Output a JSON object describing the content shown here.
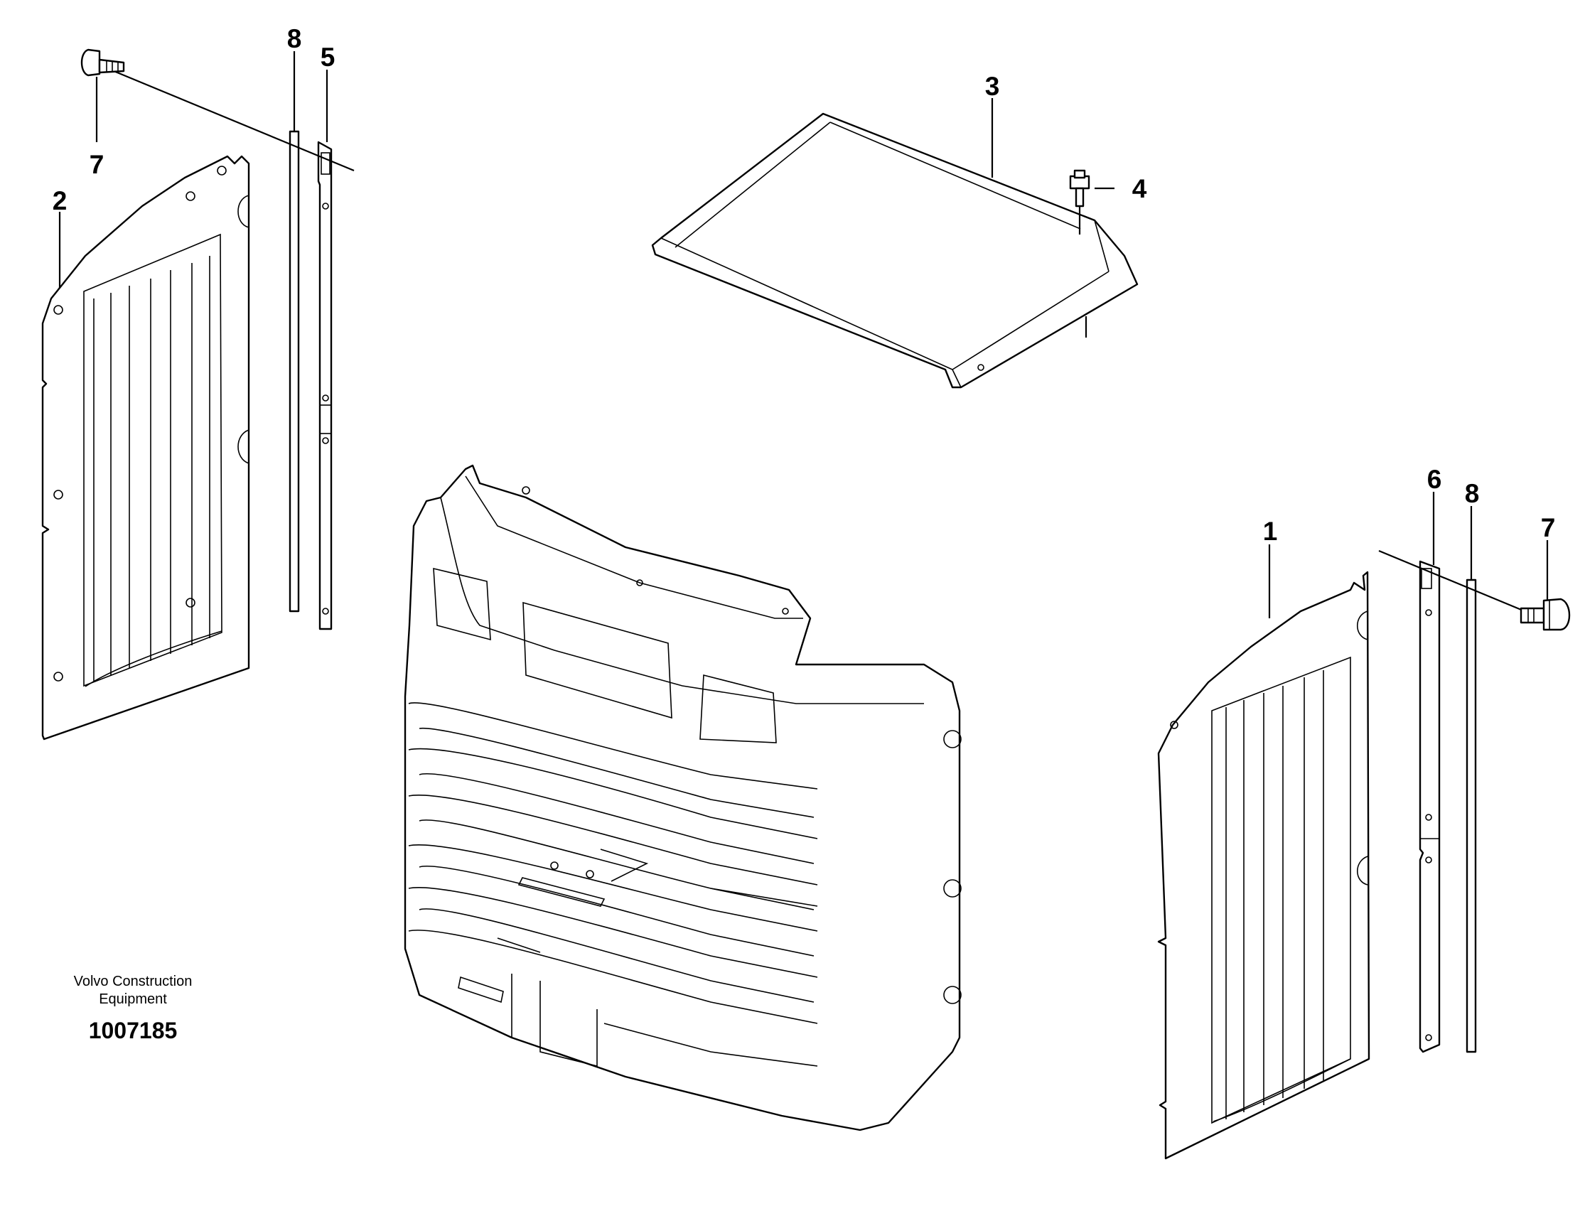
{
  "callouts": {
    "c2": "2",
    "c7_left": "7",
    "c8_left": "8",
    "c5": "5",
    "c3": "3",
    "c4": "4",
    "c1": "1",
    "c6": "6",
    "c8_right": "8",
    "c7_right": "7"
  },
  "footer": {
    "brand_line1": "Volvo Construction",
    "brand_line2": "Equipment",
    "doc_number": "1007185"
  }
}
